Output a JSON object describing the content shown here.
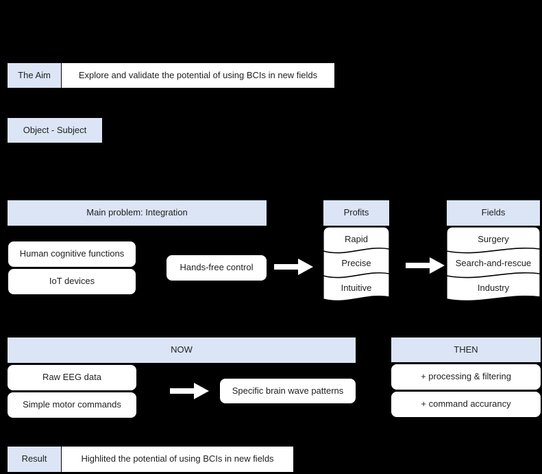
{
  "colors": {
    "background": "#000000",
    "header_fill": "#dbe5f6",
    "shape_fill": "#ffffff",
    "stroke": "#000000",
    "text": "#212121",
    "arrow_fill": "#ffffff"
  },
  "aim": {
    "label": "The Aim",
    "value": "Explore and validate the potential of using BCIs in new fields"
  },
  "object_subject": {
    "label": "Object - Subject"
  },
  "main_problem": {
    "header": "Main problem: Integration",
    "inputs": [
      "Human cognitive functions",
      "IoT devices"
    ],
    "middle": "Hands-free control"
  },
  "profits": {
    "header": "Profits",
    "items": [
      "Rapid",
      "Precise",
      "Intuitive"
    ]
  },
  "fields": {
    "header": "Fields",
    "items": [
      "Surgery",
      "Search-and-rescue",
      "Industry"
    ]
  },
  "now": {
    "header": "NOW",
    "inputs": [
      "Raw EEG data",
      "Simple motor commands"
    ],
    "output": "Specific brain wave patterns"
  },
  "then": {
    "header": "THEN",
    "items": [
      "+ processing & filtering",
      "+ command accurancy"
    ]
  },
  "result": {
    "label": "Result",
    "value": "Highlited the potential of using BCIs in new fields"
  }
}
